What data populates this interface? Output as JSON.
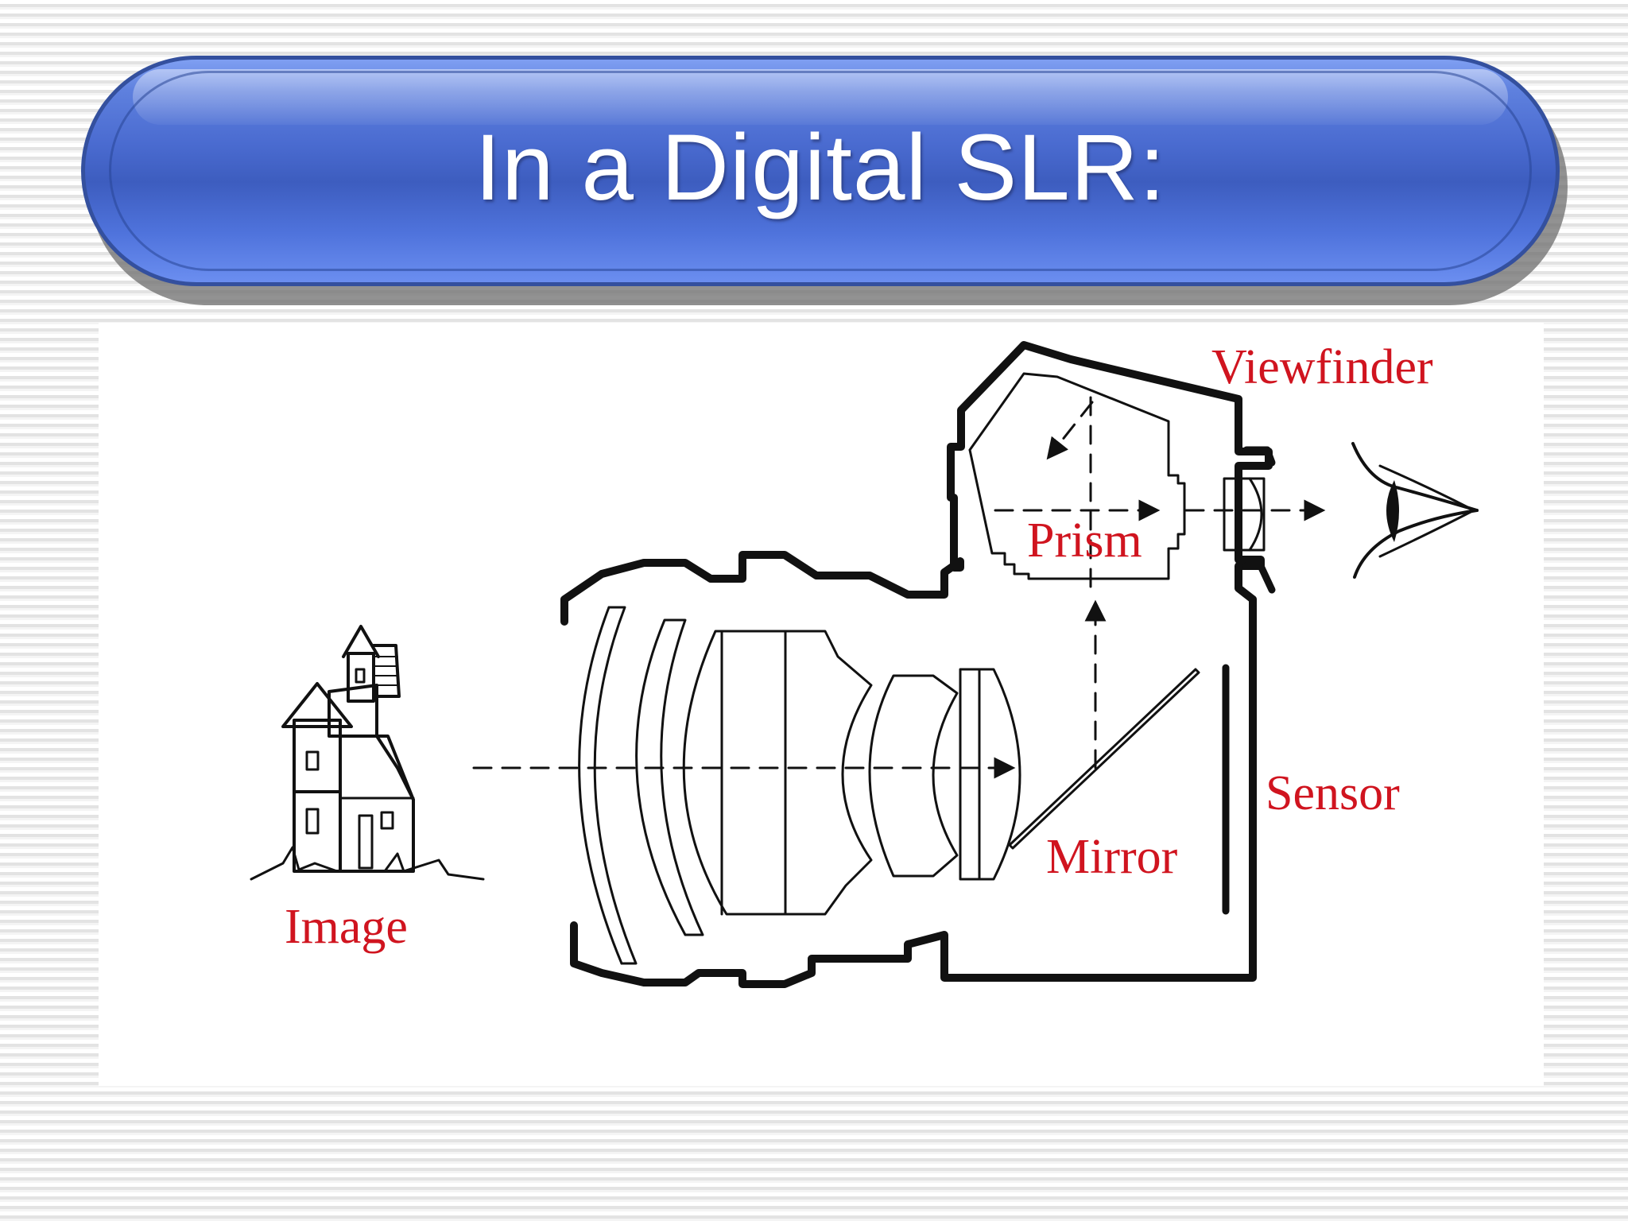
{
  "slide": {
    "title": "In a Digital SLR:"
  },
  "diagram": {
    "labels": {
      "viewfinder": "Viewfinder",
      "prism": "Prism",
      "sensor": "Sensor",
      "mirror": "Mirror",
      "image": "Image"
    },
    "colors": {
      "label": "#d0141f",
      "title_bar": "#4a6bd0",
      "title_text": "#ffffff"
    }
  }
}
